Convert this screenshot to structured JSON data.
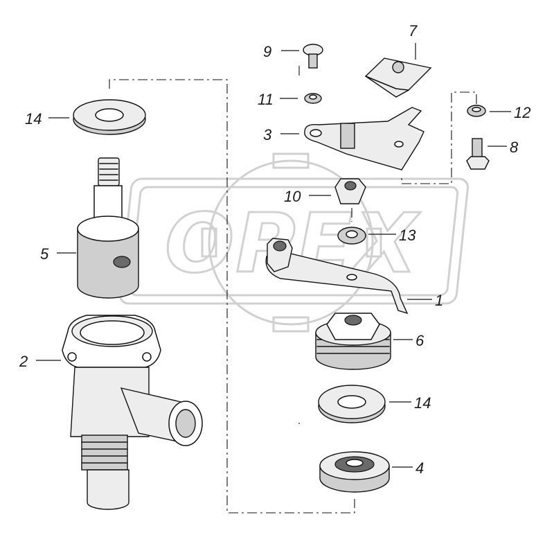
{
  "watermark": {
    "text": "OPEX"
  },
  "callouts": {
    "c1": "1",
    "c2": "2",
    "c3": "3",
    "c4": "4",
    "c5": "5",
    "c6": "6",
    "c7": "7",
    "c8": "8",
    "c9": "9",
    "c10": "10",
    "c11": "11",
    "c12": "12",
    "c13": "13",
    "c14a": "14",
    "c14b": "14"
  }
}
